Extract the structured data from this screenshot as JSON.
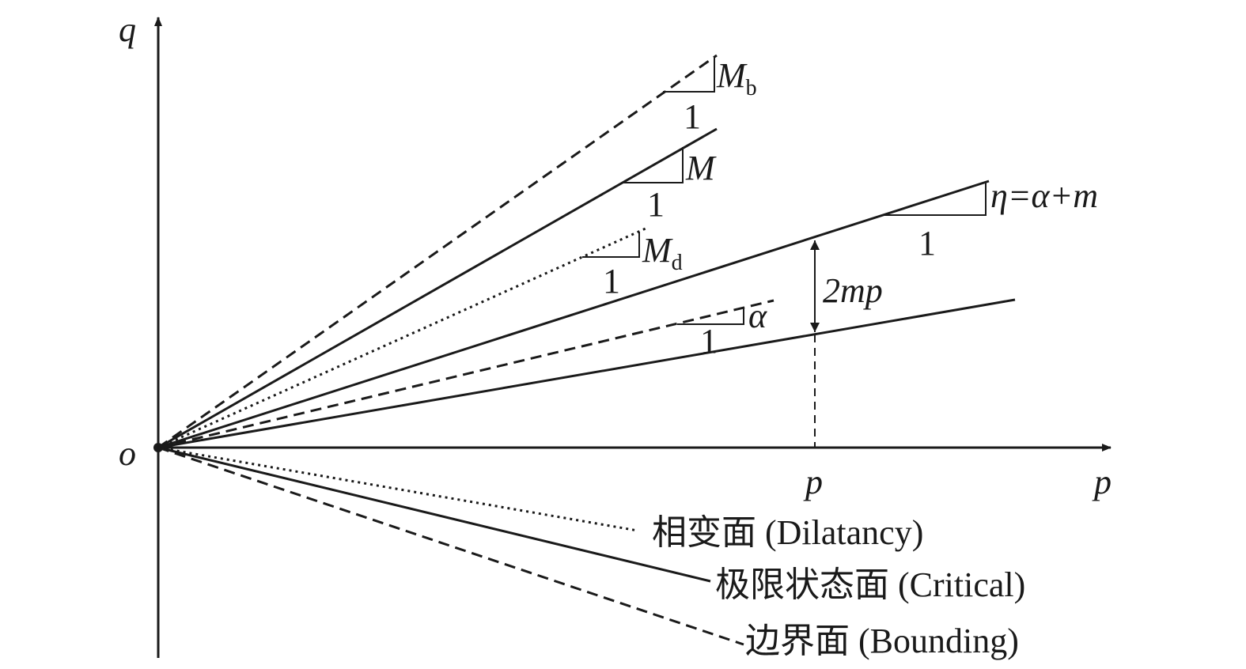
{
  "axes": {
    "x_label": "p",
    "y_label": "q",
    "origin_label": "o",
    "p_marker_label": "p"
  },
  "slopes": {
    "bounding": {
      "slope": "M",
      "subscript": "b",
      "run": "1"
    },
    "critical": {
      "slope": "M",
      "run": "1"
    },
    "dilatancy": {
      "slope": "M",
      "subscript": "d",
      "run": "1"
    },
    "eta": {
      "label": "η=α+m",
      "run": "1"
    },
    "alpha": {
      "slope": "α",
      "run": "1"
    }
  },
  "dimension_label": "2mp",
  "legend": {
    "dilatancy": "相变面 (Dilatancy)",
    "critical": "极限状态面 (Critical)",
    "bounding": "边界面 (Bounding)"
  },
  "line_styles": {
    "bounding": "dashed",
    "critical": "solid",
    "dilatancy": "dotted",
    "alpha": "dashed"
  },
  "colors": {
    "ink": "#1a1a1a",
    "background": "#ffffff"
  }
}
